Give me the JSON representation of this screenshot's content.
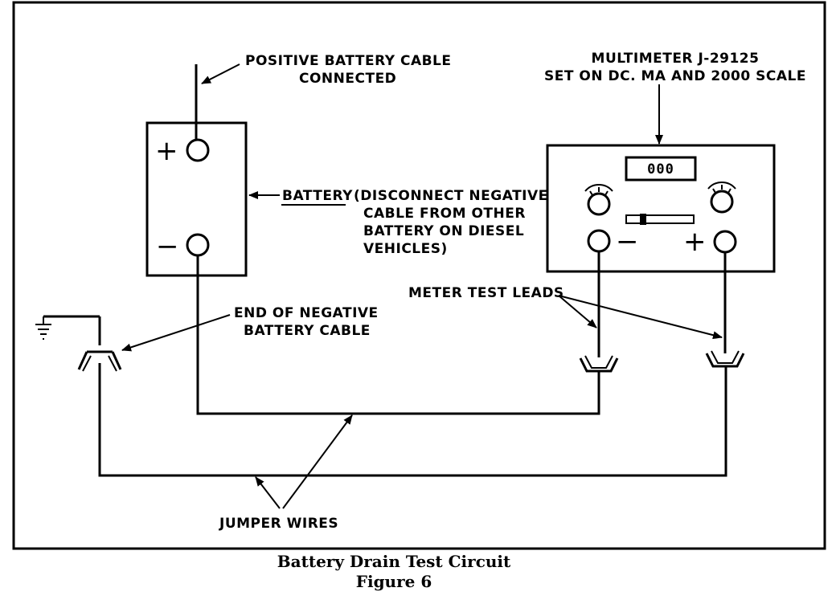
{
  "labels": {
    "positive_cable_line1": "POSITIVE BATTERY CABLE",
    "positive_cable_line2": "CONNECTED",
    "multimeter_line1": "MULTIMETER J-29125",
    "multimeter_line2": "SET ON DC. MA AND 2000 SCALE",
    "battery_word": "BATTERY",
    "battery_note_line1": "(DISCONNECT NEGATIVE",
    "battery_note_line2": "CABLE FROM OTHER",
    "battery_note_line3": "BATTERY ON DIESEL",
    "battery_note_line4": "VEHICLES)",
    "end_cable_line1": "END OF NEGATIVE",
    "end_cable_line2": "BATTERY CABLE",
    "meter_leads": "METER TEST LEADS",
    "jumper_wires": "JUMPER WIRES"
  },
  "battery": {
    "plus_symbol": "+",
    "minus_symbol": "−"
  },
  "meter": {
    "display_value": "000",
    "minus_symbol": "−",
    "plus_symbol": "+"
  },
  "caption": {
    "title": "Battery Drain Test Circuit",
    "figure": "Figure 6"
  }
}
